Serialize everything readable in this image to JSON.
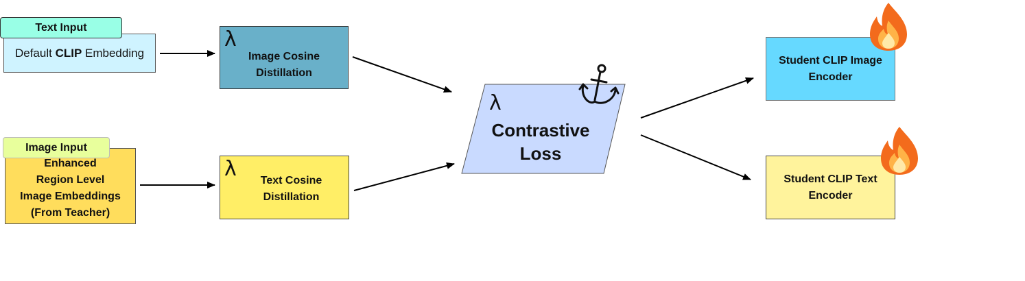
{
  "text_input": {
    "tag": "Text Input",
    "pre": "Default ",
    "bold": "CLIP",
    "post": " Embedding"
  },
  "image_input": {
    "tag": "Image Input",
    "lines": [
      "Enhanced",
      "Region Level",
      "Image Embeddings",
      "(From Teacher)"
    ]
  },
  "image_distill": {
    "lambda": "λ",
    "lines": [
      "Image  Cosine",
      "Distillation"
    ]
  },
  "text_distill": {
    "lambda": "λ",
    "lines": [
      "Text Cosine",
      "Distillation"
    ]
  },
  "contrastive": {
    "lambda": "λ",
    "lines": [
      "Contrastive",
      "Loss"
    ]
  },
  "student_image": {
    "lines": [
      "Student CLIP Image",
      "Encoder"
    ]
  },
  "student_text": {
    "lines": [
      "Student CLIP Text",
      "Encoder"
    ]
  },
  "icons": {
    "anchor": "anchor-icon",
    "flame": "fire-icon"
  },
  "colors": {
    "text_tag": "#99ffe6",
    "text_body": "#cff3ff",
    "image_tag": "#e8ff9c",
    "image_body": "#ffdd5c",
    "image_distill": "#69b0c9",
    "text_distill": "#ffee66",
    "contrastive": "#c9daff",
    "student_image": "#66d9ff",
    "student_text": "#fff39c"
  }
}
